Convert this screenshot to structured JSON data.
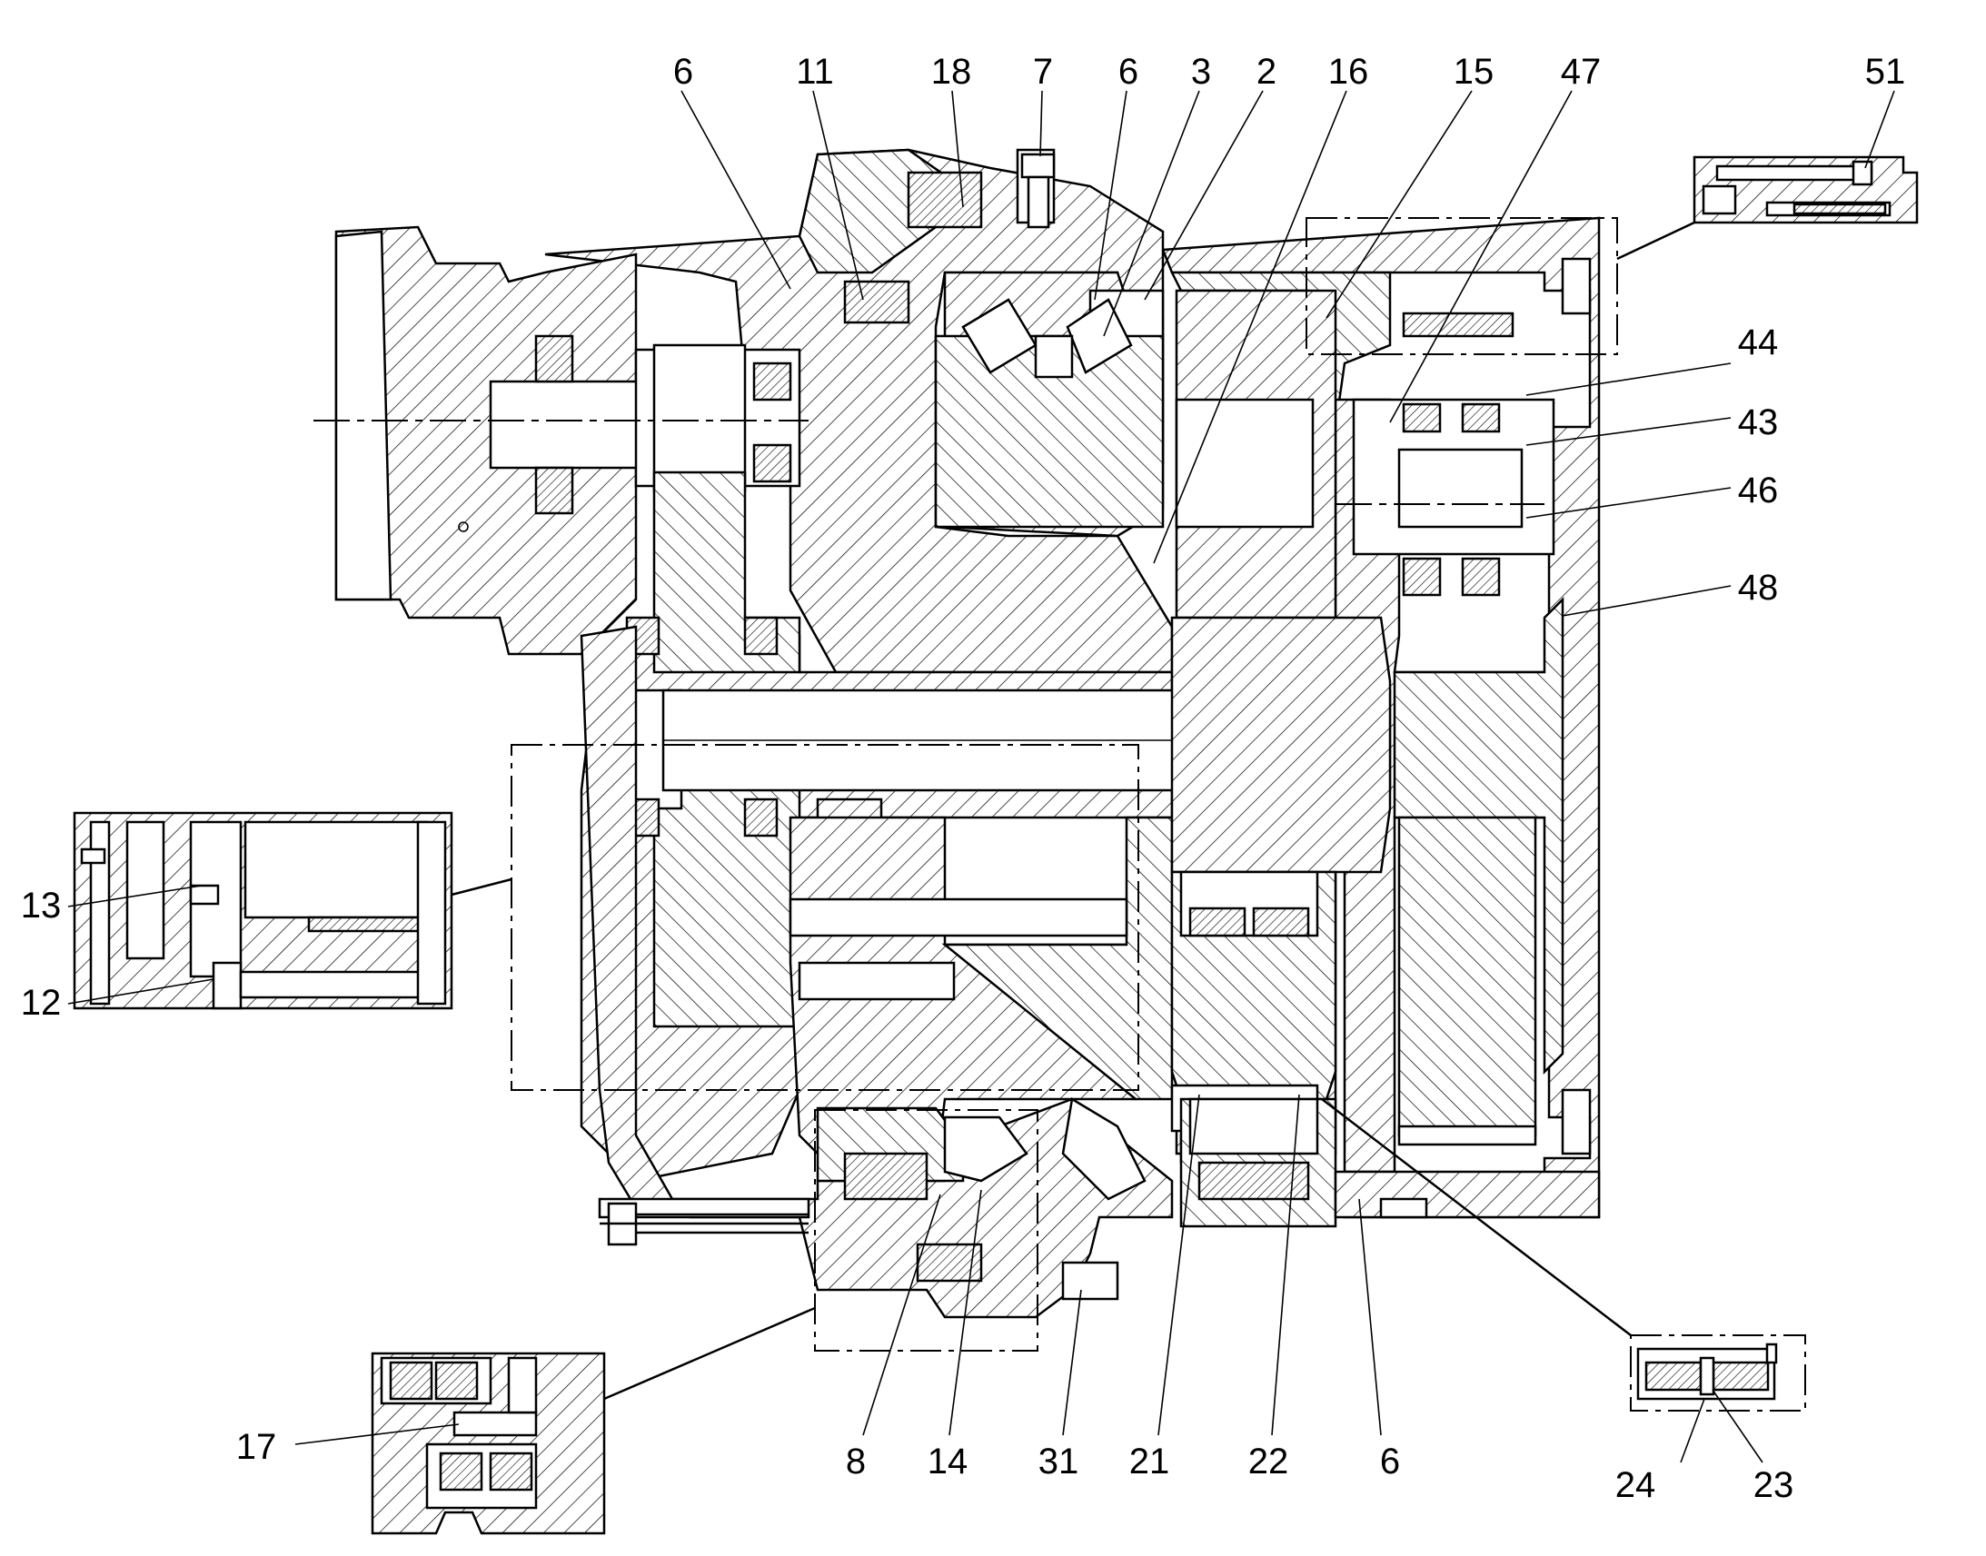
{
  "callouts": [
    {
      "id": "6a",
      "text": "6"
    },
    {
      "id": "11",
      "text": "11"
    },
    {
      "id": "18",
      "text": "18"
    },
    {
      "id": "7",
      "text": "7"
    },
    {
      "id": "6b",
      "text": "6"
    },
    {
      "id": "3",
      "text": "3"
    },
    {
      "id": "2",
      "text": "2"
    },
    {
      "id": "16",
      "text": "16"
    },
    {
      "id": "15",
      "text": "15"
    },
    {
      "id": "47",
      "text": "47"
    },
    {
      "id": "51",
      "text": "51"
    },
    {
      "id": "44",
      "text": "44"
    },
    {
      "id": "43",
      "text": "43"
    },
    {
      "id": "46",
      "text": "46"
    },
    {
      "id": "48",
      "text": "48"
    },
    {
      "id": "13",
      "text": "13"
    },
    {
      "id": "12",
      "text": "12"
    },
    {
      "id": "17",
      "text": "17"
    },
    {
      "id": "8",
      "text": "8"
    },
    {
      "id": "14",
      "text": "14"
    },
    {
      "id": "31",
      "text": "31"
    },
    {
      "id": "21",
      "text": "21"
    },
    {
      "id": "22",
      "text": "22"
    },
    {
      "id": "6c",
      "text": "6"
    },
    {
      "id": "24",
      "text": "24"
    },
    {
      "id": "23",
      "text": "23"
    }
  ]
}
